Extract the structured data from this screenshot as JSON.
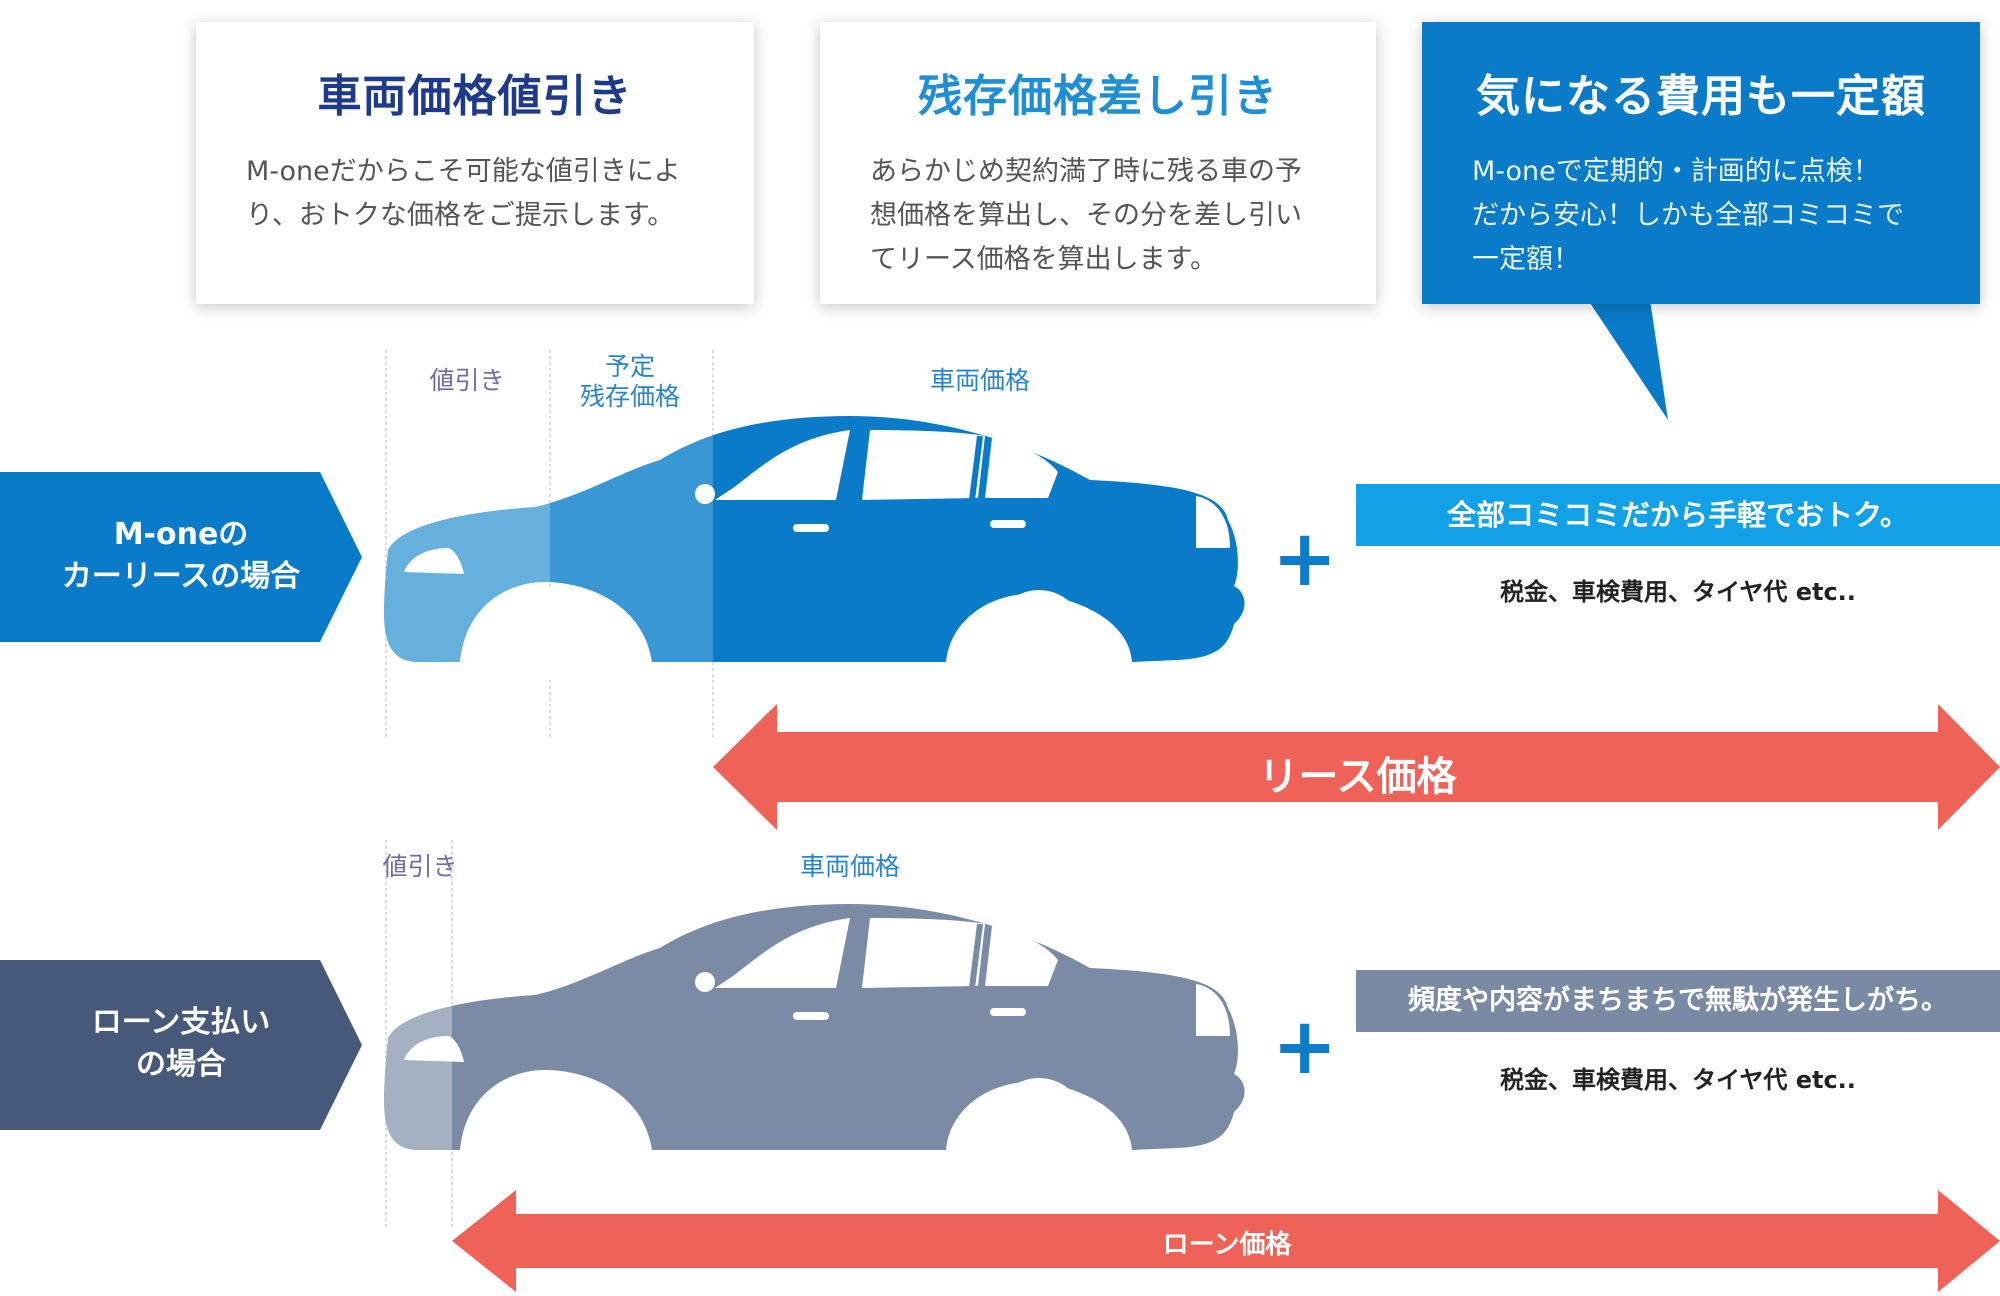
{
  "callouts": {
    "discount": {
      "title": "車両価格値引き",
      "lines": [
        "M-oneだからこそ可能な値引きによ",
        "り、おトクな価格をご提示します。"
      ]
    },
    "residual": {
      "title": "残存価格差し引き",
      "lines": [
        "あらかじめ契約満了時に残る車の予",
        "想価格を算出し、その分を差し引い",
        "てリース価格を算出します。"
      ]
    },
    "fixed": {
      "title": "気になる費用も一定額",
      "lines": [
        "M-oneで定期的・計画的に点検！",
        "だから安心！しかも全部コミコミで",
        "一定額！"
      ]
    }
  },
  "lease": {
    "label_lines": [
      "M-oneの",
      "カーリースの場合"
    ],
    "discount_label": "値引き",
    "residual_label_lines": [
      "予定",
      "残存価格"
    ],
    "vehicle_label": "車両価格",
    "benefit": "全部コミコミだから手軽でおトク。",
    "costs": "税金、車検費用、タイヤ代 etc..",
    "price_label": "リース価格"
  },
  "loan": {
    "label_lines": [
      "ローン支払い",
      "の場合"
    ],
    "discount_label": "値引き",
    "vehicle_label": "車両価格",
    "benefit": "頻度や内容がまちまちで無駄が発生しがち。",
    "costs": "税金、車検費用、タイヤ代 etc..",
    "price_label": "ローン価格"
  },
  "plus_sign": "+",
  "colors": {
    "lease_car": "#0A7BC8",
    "lease_car_light": "#66B0DE",
    "lease_car_mid": "#3897D4",
    "loan_car": "#7B8BA5",
    "loan_car_light": "#A6B0C3",
    "lease_chevron": "#0A7BC8",
    "loan_chevron": "#46597A",
    "benefit_bar_lease": "#12A0E6",
    "benefit_bar_loan": "#7A8AA4",
    "price_arrow": "#EE6257"
  }
}
